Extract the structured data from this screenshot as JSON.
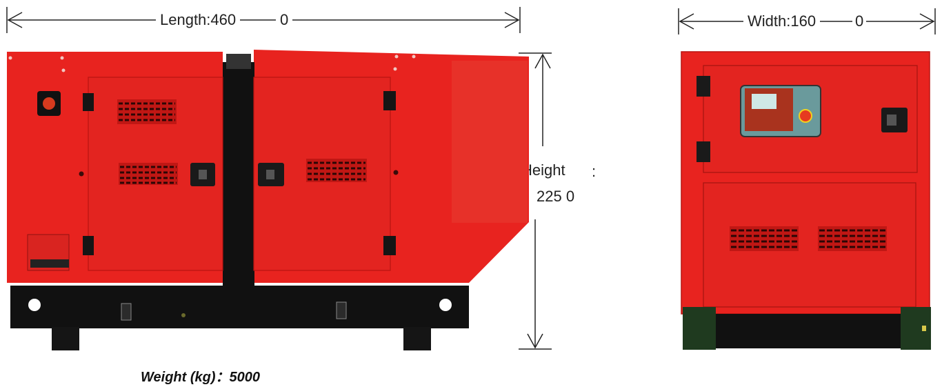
{
  "dimensions": {
    "length_label": "Length:460",
    "length_suffix": "0",
    "width_label": "Width:160",
    "width_suffix": "0",
    "height_label": "Height",
    "height_colon": ":",
    "height_value": "225 0"
  },
  "weight": {
    "label": "Weight (kg)",
    "separator": "：",
    "value": "5000"
  },
  "colors": {
    "canopy_red": "#e8231f",
    "base_black": "#111111",
    "door_handle": "#1a1a1a"
  }
}
